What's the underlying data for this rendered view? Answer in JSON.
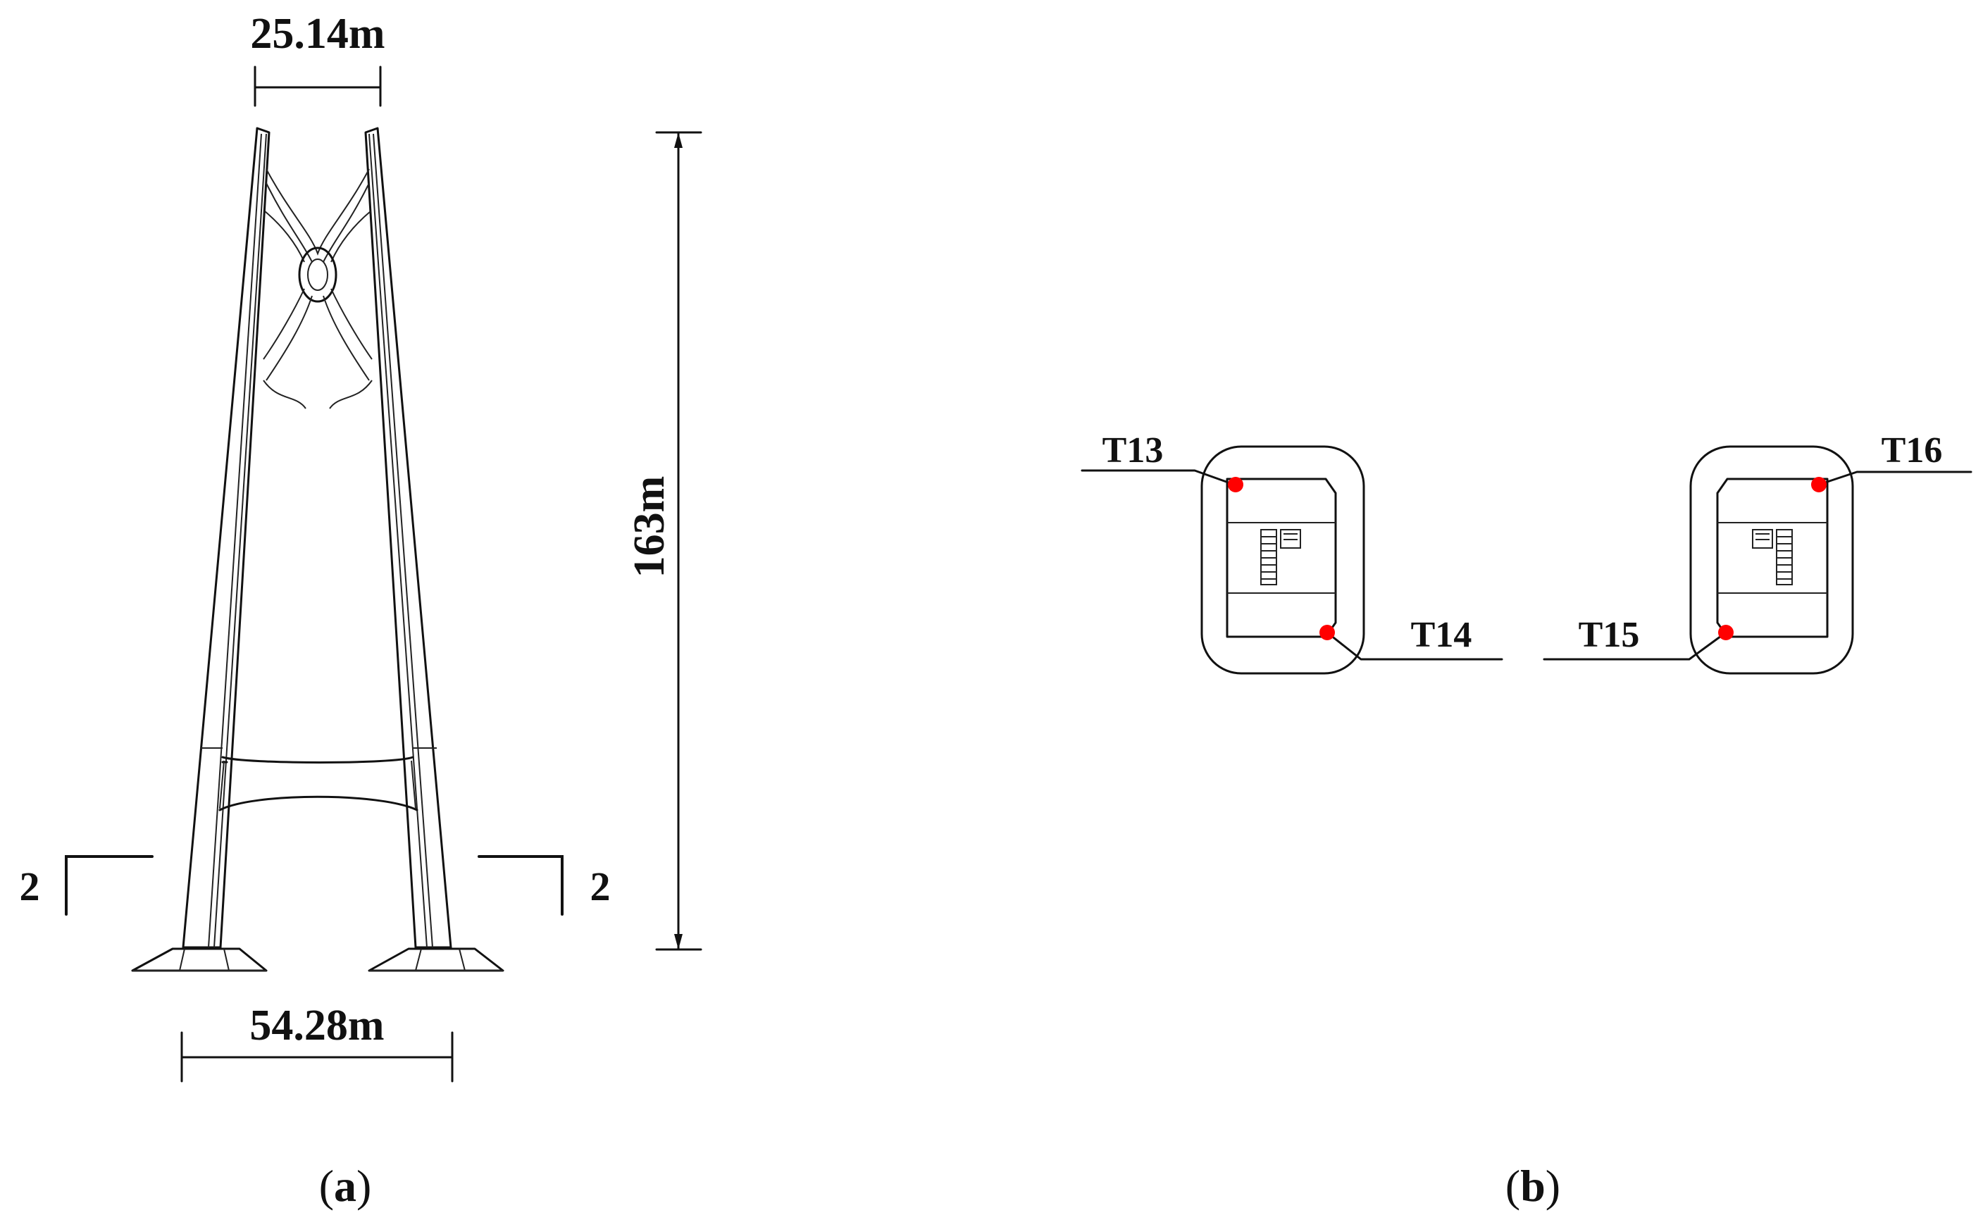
{
  "panel_a": {
    "top_width": "25.14m",
    "height": "163m",
    "base_width": "54.28m",
    "section_left": "2",
    "section_right": "2",
    "caption_letter": "a"
  },
  "panel_b": {
    "points": [
      {
        "label": "T13",
        "color": "#ff0000"
      },
      {
        "label": "T14",
        "color": "#ff0000"
      },
      {
        "label": "T15",
        "color": "#ff0000"
      },
      {
        "label": "T16",
        "color": "#ff0000"
      }
    ],
    "caption_letter": "b"
  }
}
